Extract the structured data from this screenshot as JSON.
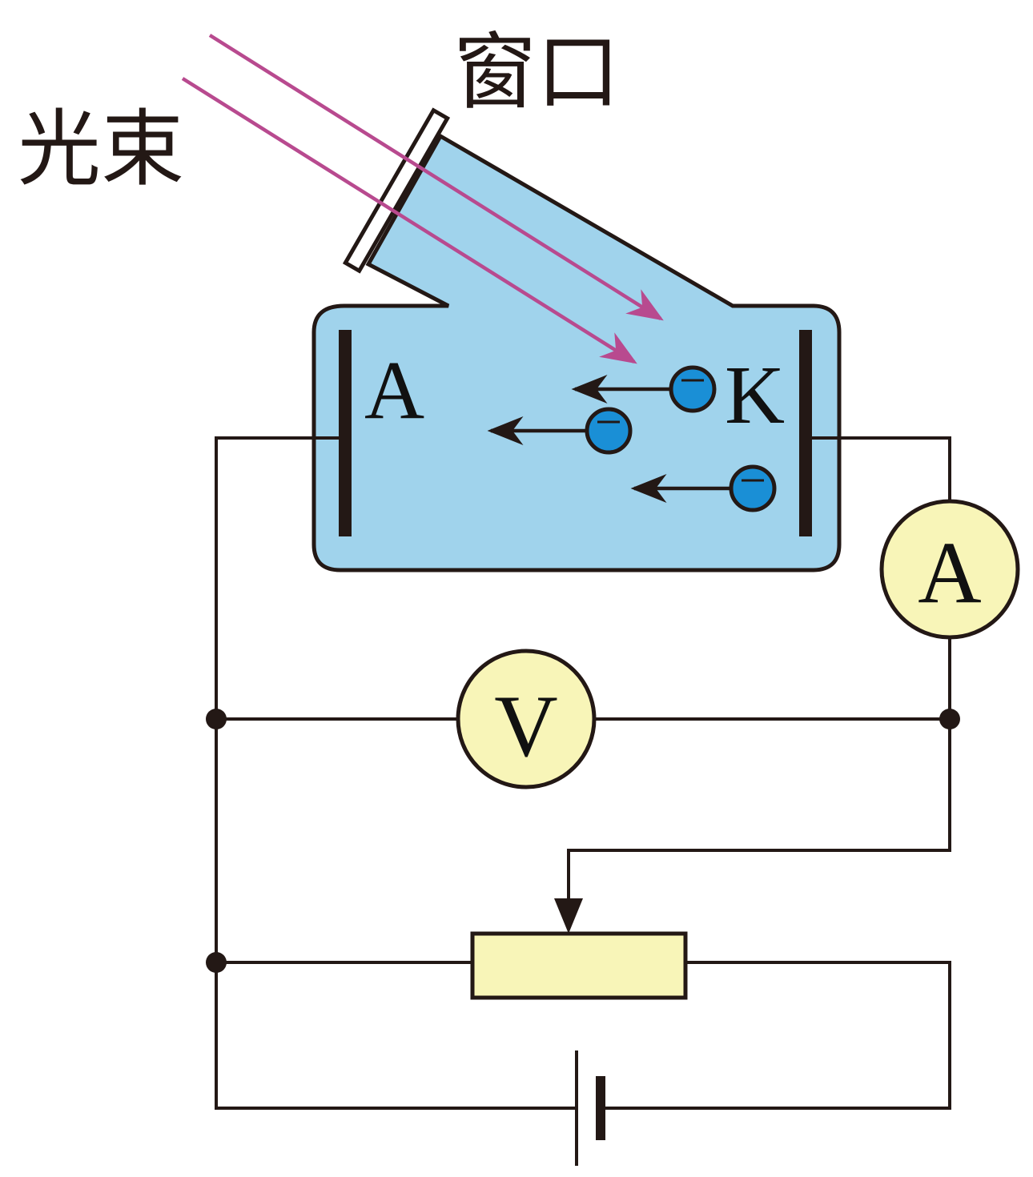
{
  "labels": {
    "light_beam": "光束",
    "window": "窗口",
    "anode": "A",
    "cathode": "K",
    "ammeter": "A",
    "voltmeter": "V",
    "electron_sign": "−"
  },
  "colors": {
    "tube_fill": "#a0d3ec",
    "tube_stroke": "#231815",
    "beam": "#b84a8f",
    "electron": "#1a8fd6",
    "meter_fill": "#f8f5b8",
    "rheostat_fill": "#f8f5b8",
    "wire": "#231815"
  }
}
